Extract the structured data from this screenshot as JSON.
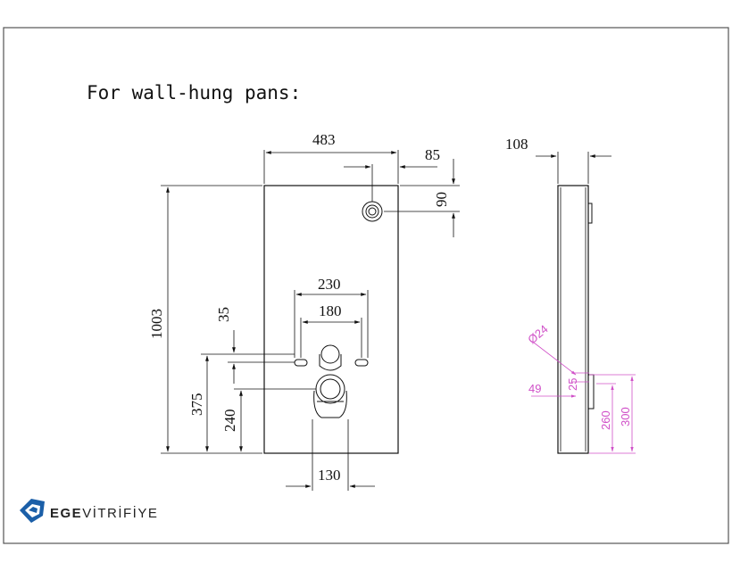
{
  "title": "For wall-hung pans:",
  "front_view": {
    "dims": {
      "width": "483",
      "inlet_offset": "85",
      "inlet_drop": "90",
      "height": "1003",
      "bolt_spacing_outer": "230",
      "bolt_spacing_inner": "180",
      "bolt_gap": "35",
      "bolt_height": "375",
      "outlet_height": "240",
      "outlet_width": "130"
    }
  },
  "side_view": {
    "dims": {
      "depth": "108",
      "pipe_diameter": "Ø24",
      "small_gap": "25",
      "offset": "49",
      "h1": "260",
      "h2": "300"
    }
  },
  "brand": {
    "name_part1": "EGE",
    "name_part2": "VİTRİFİYE"
  },
  "colors": {
    "line": "#111111",
    "accent_pink": "#d050c8",
    "logo_blue": "#1b5fa8"
  }
}
